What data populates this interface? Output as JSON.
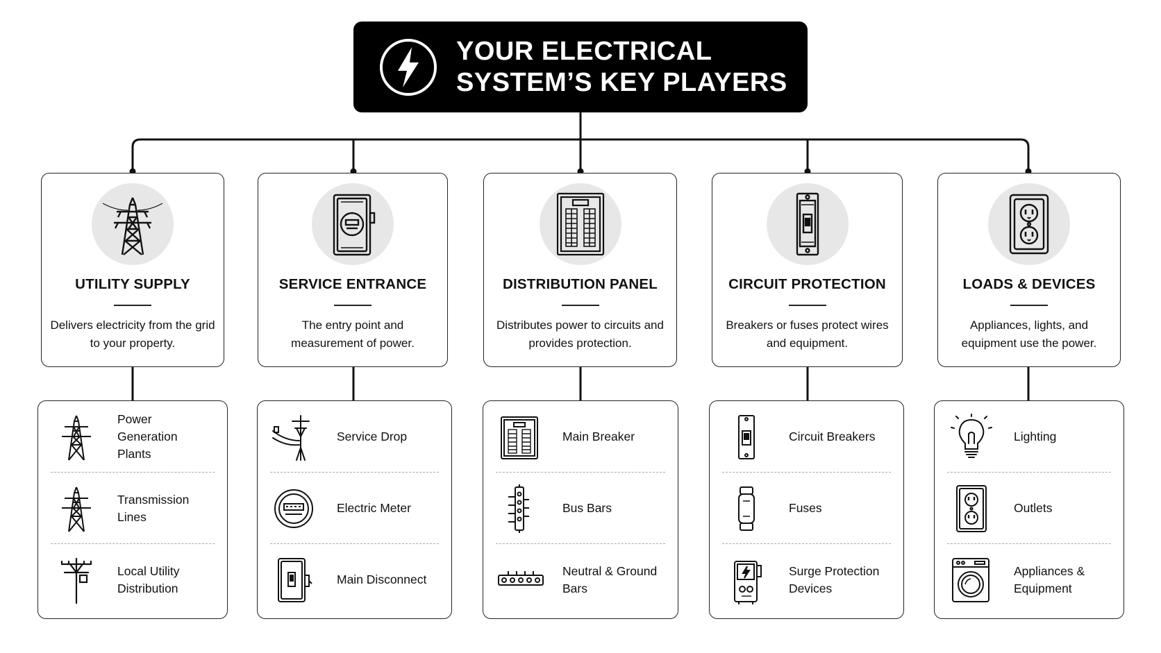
{
  "header": {
    "title_line1": "YOUR ELECTRICAL",
    "title_line2": "SYSTEM’S KEY PLAYERS",
    "icon": "lightning-bolt-icon"
  },
  "columns": [
    {
      "title": "UTILITY SUPPLY",
      "description": "Delivers electricity from the grid to your property.",
      "icon": "transmission-tower-icon",
      "items": [
        {
          "label": "Power Generation\nPlants",
          "icon": "transmission-tower-icon"
        },
        {
          "label": "Transmission\nLines",
          "icon": "transmission-tower-icon"
        },
        {
          "label": "Local Utility\nDistribution",
          "icon": "utility-pole-icon"
        }
      ]
    },
    {
      "title": "SERVICE ENTRANCE",
      "description": "The entry point and measurement of power.",
      "icon": "meter-box-icon",
      "items": [
        {
          "label": "Service Drop",
          "icon": "service-drop-icon"
        },
        {
          "label": "Electric Meter",
          "icon": "electric-meter-icon"
        },
        {
          "label": "Main Disconnect",
          "icon": "disconnect-switch-icon"
        }
      ]
    },
    {
      "title": "DISTRIBUTION PANEL",
      "description": "Distributes power to circuits and provides protection.",
      "icon": "breaker-panel-icon",
      "items": [
        {
          "label": "Main Breaker",
          "icon": "breaker-panel-icon"
        },
        {
          "label": "Bus Bars",
          "icon": "bus-bar-icon"
        },
        {
          "label": "Neutral & Ground\nBars",
          "icon": "terminal-bar-icon"
        }
      ]
    },
    {
      "title": "CIRCUIT PROTECTION",
      "description": "Breakers or fuses protect wires and equipment.",
      "icon": "circuit-breaker-icon",
      "items": [
        {
          "label": "Circuit Breakers",
          "icon": "circuit-breaker-icon"
        },
        {
          "label": "Fuses",
          "icon": "fuse-icon"
        },
        {
          "label": "Surge Protection\nDevices",
          "icon": "surge-protector-icon"
        }
      ]
    },
    {
      "title": "LOADS & DEVICES",
      "description": "Appliances, lights, and equipment use the power.",
      "icon": "outlet-icon",
      "items": [
        {
          "label": "Lighting",
          "icon": "light-bulb-icon"
        },
        {
          "label": "Outlets",
          "icon": "outlet-icon"
        },
        {
          "label": "Appliances &\nEquipment",
          "icon": "washing-machine-icon"
        }
      ]
    }
  ]
}
